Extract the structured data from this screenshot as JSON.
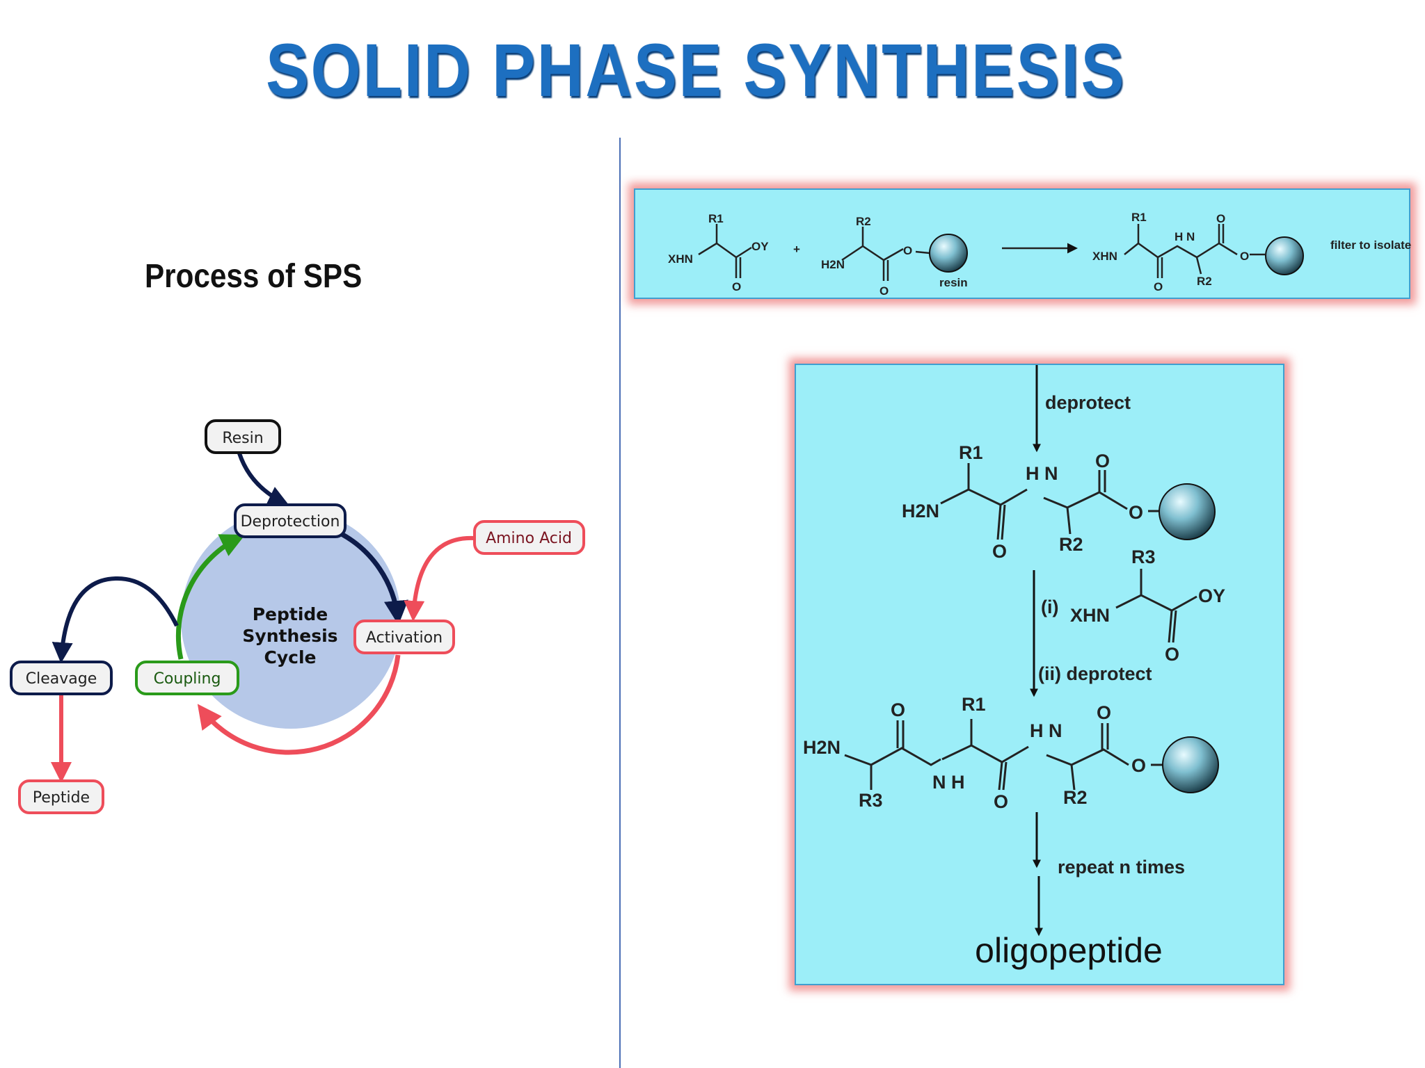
{
  "title": "SOLID PHASE SYNTHESIS",
  "left_panel": {
    "subtitle": "Process of SPS",
    "cycle": {
      "center_lines": [
        "Peptide",
        "Synthesis",
        "Cycle"
      ],
      "nodes": {
        "resin": "Resin",
        "deprotection": "Deprotection",
        "amino_acid": "Amino Acid",
        "activation": "Activation",
        "coupling": "Coupling",
        "cleavage": "Cleavage",
        "peptide": "Peptide"
      }
    }
  },
  "right_panel": {
    "top_scheme": {
      "reactant1": {
        "r_group": "R1",
        "left": "XHN",
        "right": "OY",
        "o": "O"
      },
      "plus": "+",
      "reactant2": {
        "r_group": "R2",
        "left": "H2N",
        "ester_o": "O",
        "o": "O",
        "support": "resin"
      },
      "product": {
        "left": "XHN",
        "r1": "R1",
        "r2": "R2",
        "nh": "H N",
        "ester_o": "O",
        "o1": "O",
        "o2": "O"
      },
      "note": "filter to isolate"
    },
    "main_scheme": {
      "step1": "deprotect",
      "dipeptide": {
        "n_term": "H2N",
        "r1": "R1",
        "r2": "R2",
        "nh": "H N",
        "o1": "O",
        "o2": "O",
        "ester_o": "O"
      },
      "step2_i": "(i)",
      "reagent": {
        "left": "XHN",
        "r3": "R3",
        "right": "OY",
        "o": "O"
      },
      "step2_ii": "(ii) deprotect",
      "tripeptide": {
        "n_term": "H2N",
        "r1": "R1",
        "r2": "R2",
        "r3": "R3",
        "nh_a": "N H",
        "nh_b": "H N",
        "o1": "O",
        "o2": "O",
        "o3": "O",
        "ester_o": "O"
      },
      "step3": "repeat n times",
      "final": "oligopeptide"
    }
  },
  "colors": {
    "title": "#1d6fc0",
    "navy": "#0d1b4a",
    "red": "#ee4d5a",
    "green": "#2a9a1a",
    "cycle_fill": "#b6c8e8",
    "panel_bg": "#9ceef8",
    "panel_glow": "#ec7878",
    "bead": "#7fbfd0"
  }
}
